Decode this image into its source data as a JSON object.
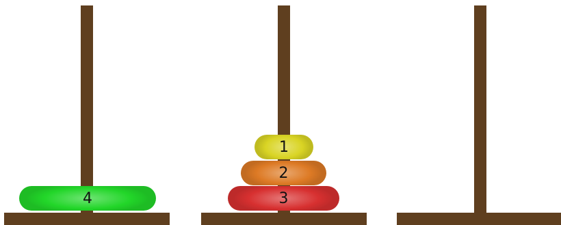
{
  "pegs": [
    {
      "disks": [
        {
          "label": "4",
          "size": 4,
          "color": "#22d629"
        }
      ]
    },
    {
      "disks": [
        {
          "label": "3",
          "size": 3,
          "color": "#d73030"
        },
        {
          "label": "2",
          "size": 2,
          "color": "#dd7a25"
        },
        {
          "label": "1",
          "size": 1,
          "color": "#d9d424"
        }
      ]
    },
    {
      "disks": []
    }
  ],
  "colors": {
    "wood": "#5f3f1f",
    "background": "#ffffff"
  }
}
